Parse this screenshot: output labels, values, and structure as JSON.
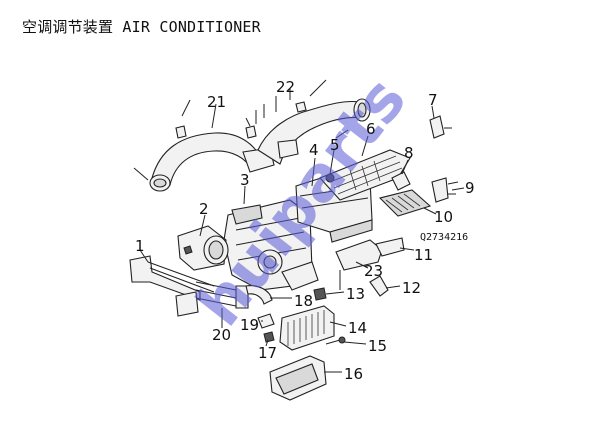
{
  "title": "空调调节装置 AIR CONDITIONER",
  "watermark": "huiparts",
  "part_code": "Q2734216",
  "callouts": [
    "1",
    "2",
    "3",
    "4",
    "5",
    "6",
    "7",
    "8",
    "9",
    "10",
    "11",
    "12",
    "13",
    "14",
    "15",
    "16",
    "17",
    "18",
    "19",
    "20",
    "21",
    "22",
    "23"
  ],
  "colors": {
    "watermark": "#5b5bd6",
    "line": "#222222"
  }
}
